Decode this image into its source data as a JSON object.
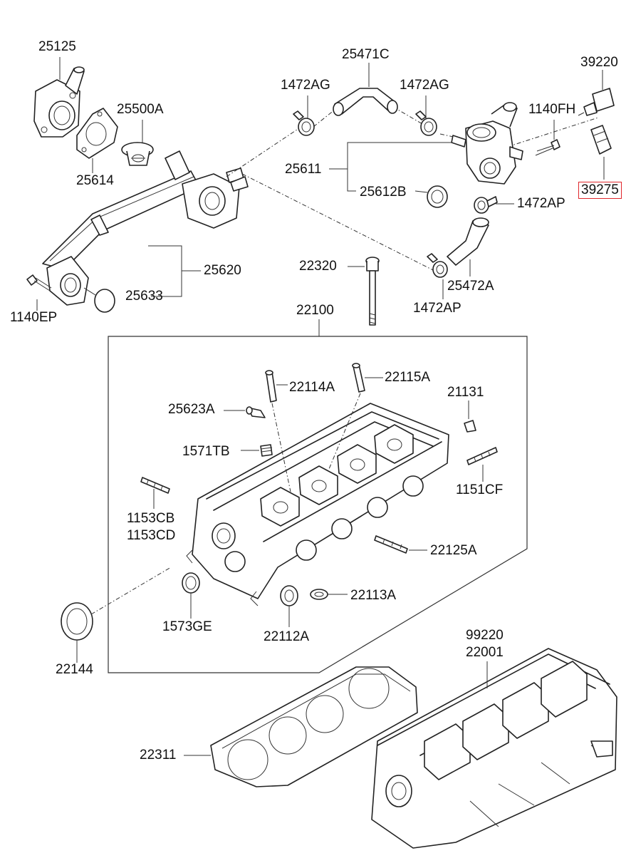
{
  "diagram": {
    "highlight_color": "#e0262b",
    "labels": [
      {
        "id": "25125",
        "text": "25125"
      },
      {
        "id": "25500A",
        "text": "25500A"
      },
      {
        "id": "25614",
        "text": "25614"
      },
      {
        "id": "25620",
        "text": "25620"
      },
      {
        "id": "25633",
        "text": "25633"
      },
      {
        "id": "1140EP",
        "text": "1140EP"
      },
      {
        "id": "25471C",
        "text": "25471C"
      },
      {
        "id": "1472AG-left",
        "text": "1472AG"
      },
      {
        "id": "1472AG-right",
        "text": "1472AG"
      },
      {
        "id": "39220",
        "text": "39220"
      },
      {
        "id": "1140FH",
        "text": "1140FH"
      },
      {
        "id": "25611",
        "text": "25611"
      },
      {
        "id": "25612B",
        "text": "25612B"
      },
      {
        "id": "39275",
        "text": "39275",
        "highlighted": true
      },
      {
        "id": "1472AP-top",
        "text": "1472AP"
      },
      {
        "id": "25472A",
        "text": "25472A"
      },
      {
        "id": "1472AP-bottom",
        "text": "1472AP"
      },
      {
        "id": "22320",
        "text": "22320"
      },
      {
        "id": "22100",
        "text": "22100"
      },
      {
        "id": "22114A",
        "text": "22114A"
      },
      {
        "id": "22115A",
        "text": "22115A"
      },
      {
        "id": "25623A",
        "text": "25623A"
      },
      {
        "id": "21131",
        "text": "21131"
      },
      {
        "id": "1571TB",
        "text": "1571TB"
      },
      {
        "id": "1151CF",
        "text": "1151CF"
      },
      {
        "id": "1153CB",
        "text": "1153CB"
      },
      {
        "id": "1153CD",
        "text": "1153CD"
      },
      {
        "id": "22125A",
        "text": "22125A"
      },
      {
        "id": "22113A",
        "text": "22113A"
      },
      {
        "id": "22112A",
        "text": "22112A"
      },
      {
        "id": "1573GE",
        "text": "1573GE"
      },
      {
        "id": "22144",
        "text": "22144"
      },
      {
        "id": "99220",
        "text": "99220"
      },
      {
        "id": "22001",
        "text": "22001"
      },
      {
        "id": "22311",
        "text": "22311"
      }
    ]
  }
}
